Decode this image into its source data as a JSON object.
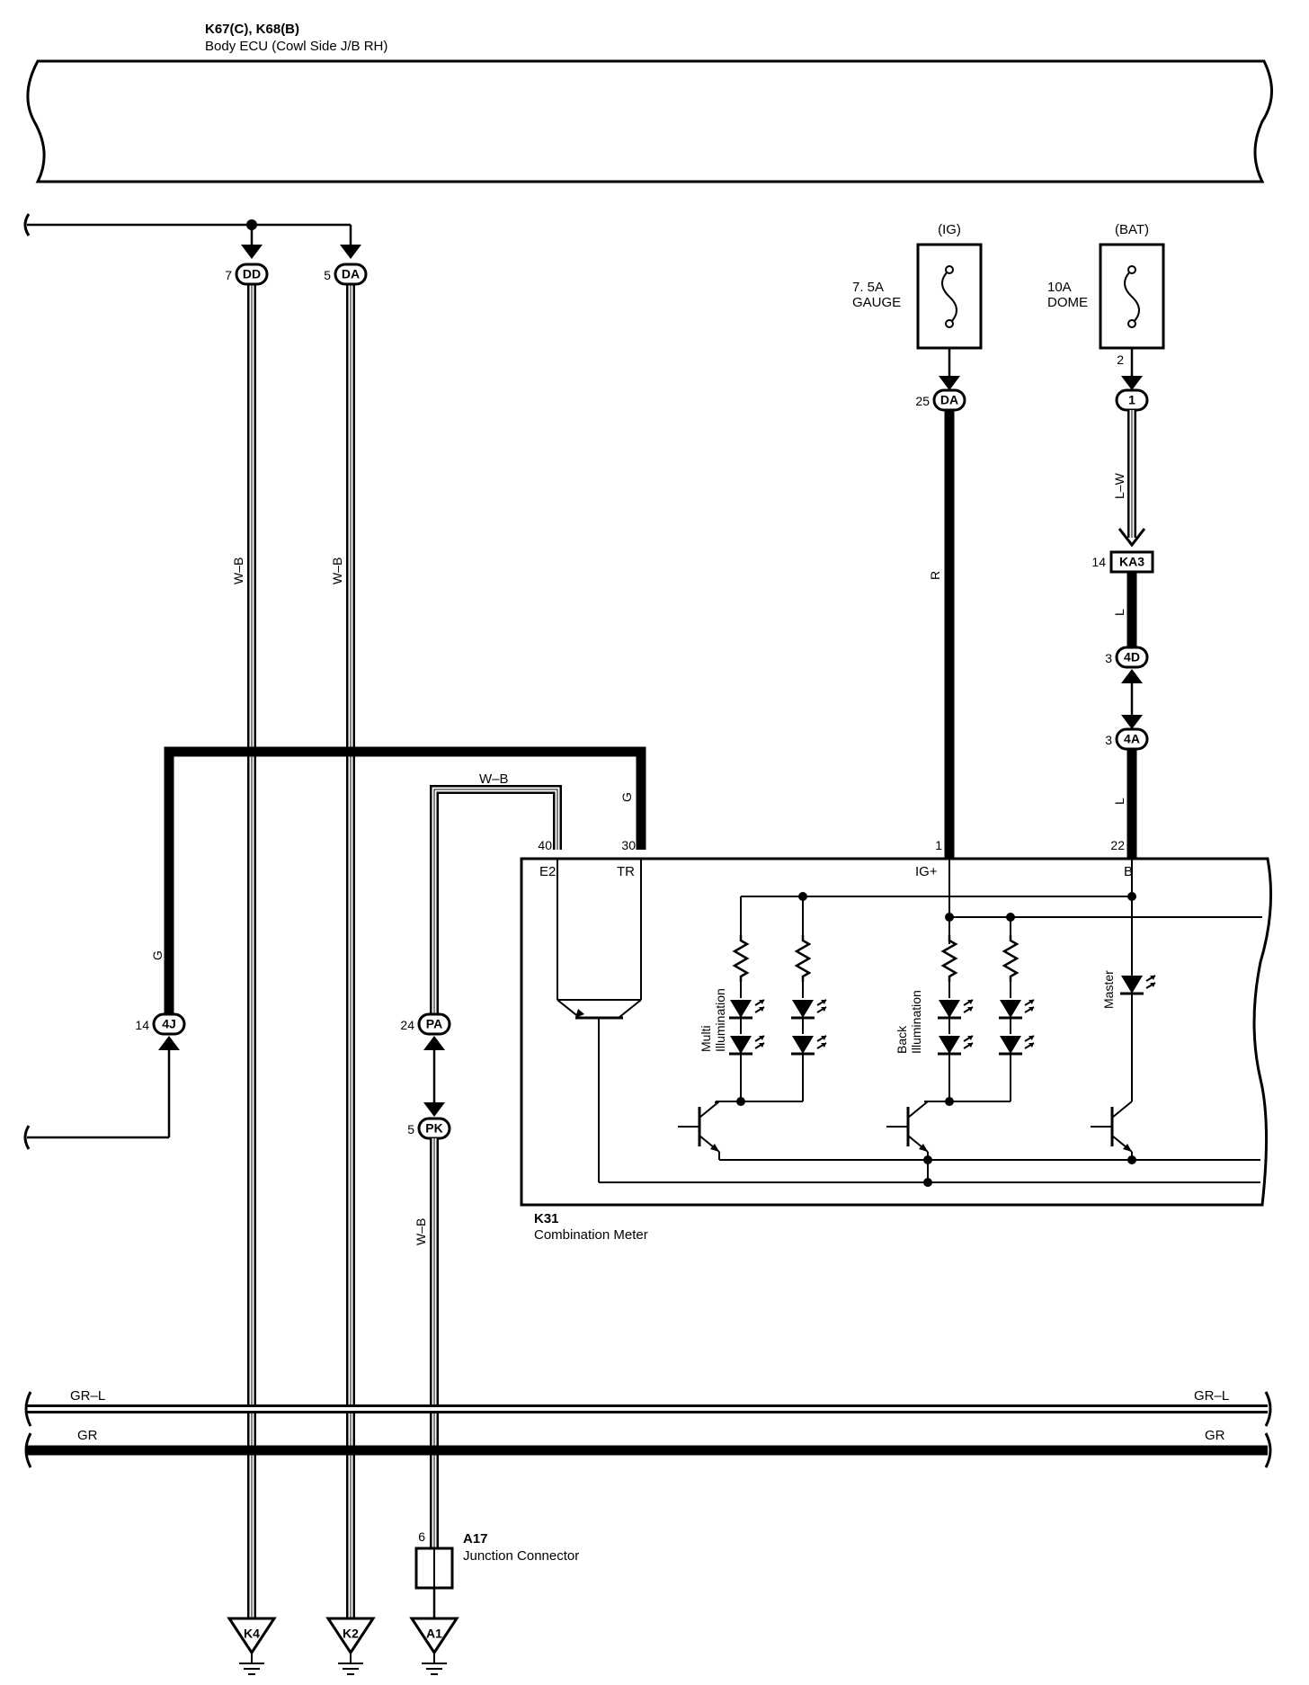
{
  "ecu": {
    "id": "K67(C), K68(B)",
    "name": "Body ECU (Cowl Side J/B RH)"
  },
  "meter": {
    "id": "K31",
    "name": "Combination Meter"
  },
  "junction": {
    "id": "A17",
    "name": "Junction Connector"
  },
  "fuses": {
    "gauge": {
      "supply": "(IG)",
      "rating": "7. 5A",
      "name": "GAUGE"
    },
    "dome": {
      "supply": "(BAT)",
      "rating": "10A",
      "name": "DOME"
    }
  },
  "connectors": {
    "dd": {
      "pin": "7",
      "code": "DD"
    },
    "da_top": {
      "pin": "5",
      "code": "DA"
    },
    "da_gauge": {
      "pin": "25",
      "code": "DA"
    },
    "dome_1": {
      "pin": "1",
      "code": "1"
    },
    "dome_pin": "2",
    "ka3": {
      "pin": "14",
      "code": "KA3"
    },
    "c4d": {
      "pin": "3",
      "code": "4D"
    },
    "c4a": {
      "pin": "3",
      "code": "4A"
    },
    "c4j": {
      "pin": "14",
      "code": "4J"
    },
    "pa": {
      "pin": "24",
      "code": "PA"
    },
    "pk": {
      "pin": "5",
      "code": "PK"
    },
    "a17_pin": "6"
  },
  "meter_pins": {
    "e2": {
      "num": "40",
      "name": "E2"
    },
    "tr": {
      "num": "30",
      "name": "TR"
    },
    "ig": {
      "num": "1",
      "name": "IG+"
    },
    "b": {
      "num": "22",
      "name": "B"
    }
  },
  "wires": {
    "wb": "W–B",
    "g": "G",
    "r": "R",
    "lw": "L–W",
    "l": "L",
    "grl": "GR–L",
    "gr": "GR"
  },
  "grounds": {
    "k4": "K4",
    "k2": "K2",
    "a1": "A1"
  },
  "circuits": {
    "multi_1": "Multi",
    "multi_2": "Illumination",
    "back_1": "Back",
    "back_2": "Illumination",
    "master": "Master"
  }
}
